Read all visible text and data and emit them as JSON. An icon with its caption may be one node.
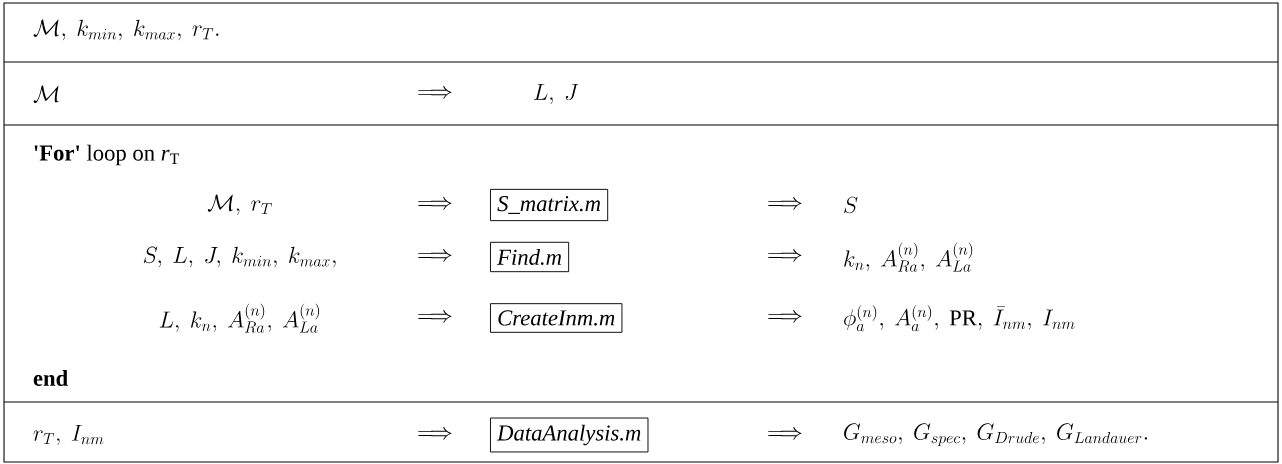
{
  "diagram": {
    "nodes": [
      {
        "text": [
          "S_matrix.m"
        ]
      },
      {
        "text": [
          "Find.m"
        ]
      },
      {
        "text": [
          "CreateInm.m"
        ]
      },
      {
        "text": [
          "DataAnalysis.m"
        ]
      }
    ],
    "labels": [
      "\\mathcal{M},\\ k_{min},\\ k_{max},\\ r_T.",
      "\\mathcal{M}",
      "\\Longrightarrow",
      "L,\\ J",
      "**'For'** loop on *r*$_{T}$",
      "\\mathcal{M},\\ r_T",
      "\\Longrightarrow",
      "\\Longrightarrow",
      "S",
      "S,\\ L,\\ J,\\ k_{min},\\ k_{max},",
      "\\Longrightarrow",
      "\\Longrightarrow",
      "k_n,\\ A^{(n)}_{Ra},\\ A^{(n)}_{La}",
      "L,\\ k_n,\\ A^{(n)}_{Ra},\\ A^{(n)}_{La}",
      "\\Longrightarrow",
      "\\Longrightarrow",
      "\\phi_a^{(n)},\\ A_a^{(n)},\\ \\mathrm{PR},\\ \\bar{I}_{nm},\\ I_{nm}",
      "end",
      "r_T,\\ I_{nm}",
      "\\Longrightarrow",
      "\\Longrightarrow",
      "G_{meso},\\ G_{spec},\\ G_{Drude},\\ G_{Landauer}."
    ]
  }
}
